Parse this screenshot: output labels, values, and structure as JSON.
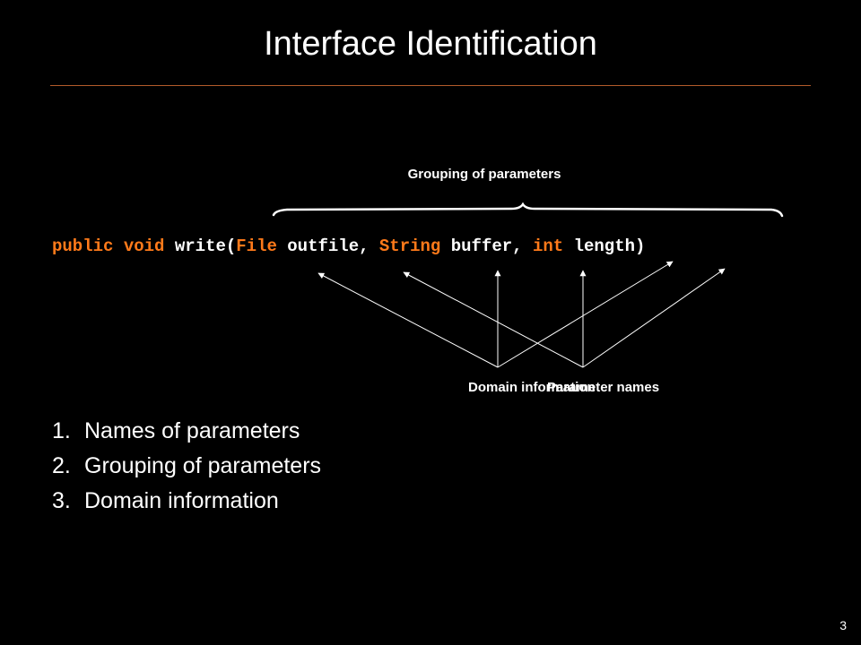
{
  "slide": {
    "title": "Interface Identification",
    "page_number": "3"
  },
  "diagram": {
    "group_label": "Grouping of parameters",
    "code_tokens": [
      {
        "text": "public",
        "kind": "keyword"
      },
      {
        "text": " ",
        "kind": "space"
      },
      {
        "text": "void",
        "kind": "keyword"
      },
      {
        "text": " ",
        "kind": "space"
      },
      {
        "text": "write(",
        "kind": "identifier"
      },
      {
        "text": "File",
        "kind": "keyword"
      },
      {
        "text": " ",
        "kind": "space"
      },
      {
        "text": "outfile,",
        "kind": "identifier"
      },
      {
        "text": " ",
        "kind": "space"
      },
      {
        "text": "String",
        "kind": "keyword"
      },
      {
        "text": " ",
        "kind": "space"
      },
      {
        "text": "buffer,",
        "kind": "identifier"
      },
      {
        "text": " ",
        "kind": "space"
      },
      {
        "text": "int",
        "kind": "keyword"
      },
      {
        "text": " ",
        "kind": "space"
      },
      {
        "text": "length)",
        "kind": "identifier"
      }
    ],
    "annotation_domain": "Domain information",
    "annotation_params": "Parameter names"
  },
  "list": {
    "items": [
      {
        "num": "1.",
        "text": "Names of parameters"
      },
      {
        "num": "2.",
        "text": "Grouping of parameters"
      },
      {
        "num": "3.",
        "text": "Domain information"
      }
    ]
  },
  "colors": {
    "background": "#000000",
    "keyword": "#ff7a1a",
    "text": "#ffffff",
    "rule": "#b35a2a"
  }
}
